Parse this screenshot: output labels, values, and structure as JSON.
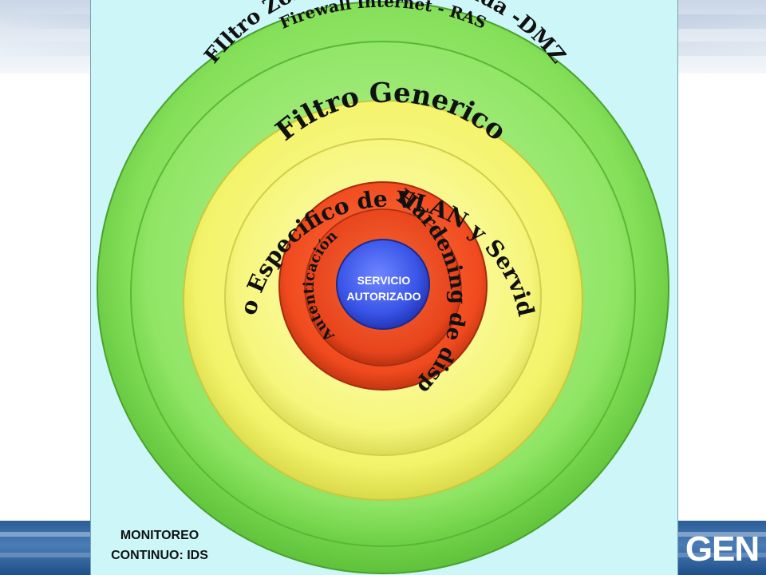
{
  "diagram": {
    "rings": [
      {
        "name": "firewall",
        "label": "Firewall   Internet - RAS",
        "color": "#88e05a"
      },
      {
        "name": "dmz",
        "label": "FIltro Zona Desmilitarizada -DMZ",
        "color": "#8fe565"
      },
      {
        "name": "generic",
        "label": "Filtro Generico",
        "color": "#f3f36a"
      },
      {
        "name": "vlan",
        "label": "Filtro Especifico de VLAN y Servidores",
        "color": "#f6f67c"
      },
      {
        "name": "hardening",
        "label": "Hardening de dispositivos",
        "color": "#f04a1e"
      },
      {
        "name": "auth",
        "label": "Autenticación",
        "color": "#e8441c"
      }
    ],
    "core": {
      "line1": "SERVICIO",
      "line2": "AUTORIZADO",
      "color": "#3a55e8"
    },
    "monitor": {
      "line1": "MONITOREO",
      "line2": "CONTINUO: IDS"
    }
  },
  "logo": {
    "text": "GEN"
  }
}
